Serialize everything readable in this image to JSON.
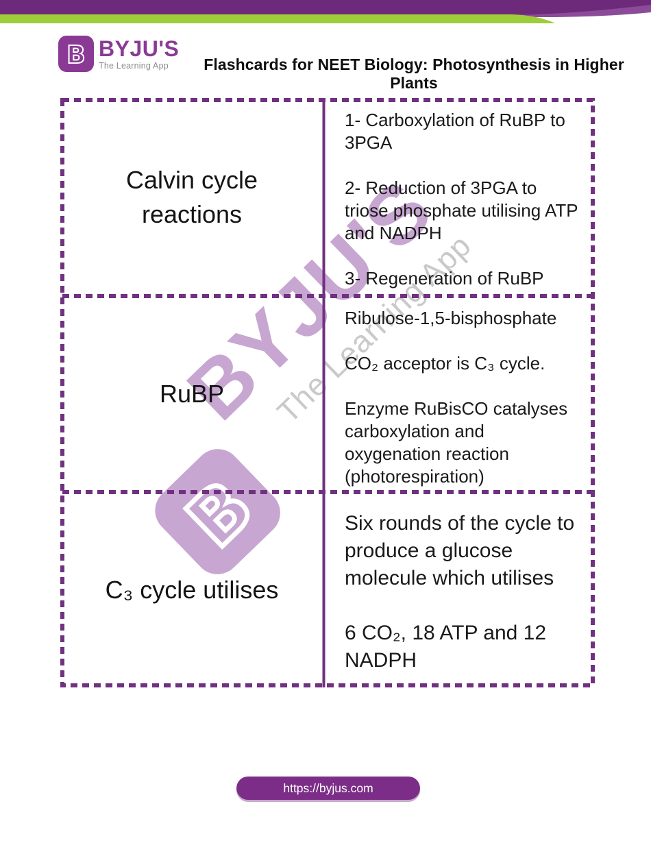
{
  "page": {
    "title": "Flashcards for NEET Biology: Photosynthesis in Higher Plants",
    "footer_url": "https://byjus.com"
  },
  "logo": {
    "brand": "BYJU'S",
    "tagline": "The Learning App",
    "badge_letter": "B"
  },
  "watermark": {
    "brand": "BYJU'S",
    "tagline": "The Learning App"
  },
  "colors": {
    "header_dark_purple": "#6d2a7a",
    "header_light_purple": "#8c4b99",
    "header_green": "#9fcc3b",
    "table_border_purple": "#703180",
    "footer_pill_purple": "#7c2d87",
    "logo_purple": "#8a3a95",
    "watermark_purple": "#c7a6d1",
    "watermark_gray": "#c9c9c9"
  },
  "flashcards": [
    {
      "term": "Calvin cycle reactions",
      "definition_lines": [
        "1- Carboxylation of RuBP to 3PGA",
        "2- Reduction of 3PGA to triose phosphate utilising ATP and NADPH",
        "3- Regeneration of RuBP"
      ]
    },
    {
      "term": "RuBP",
      "definition_lines": [
        "Ribulose-1,5-bisphosphate",
        "CO₂ acceptor is C₃ cycle.",
        "Enzyme RuBisCO catalyses carboxylation and oxygenation reaction (photorespiration)"
      ]
    },
    {
      "term": "C₃ cycle utilises",
      "definition_lines": [
        "Six rounds of the cycle to produce a glucose molecule which utilises",
        "6 CO₂, 18 ATP and 12 NADPH"
      ]
    }
  ]
}
